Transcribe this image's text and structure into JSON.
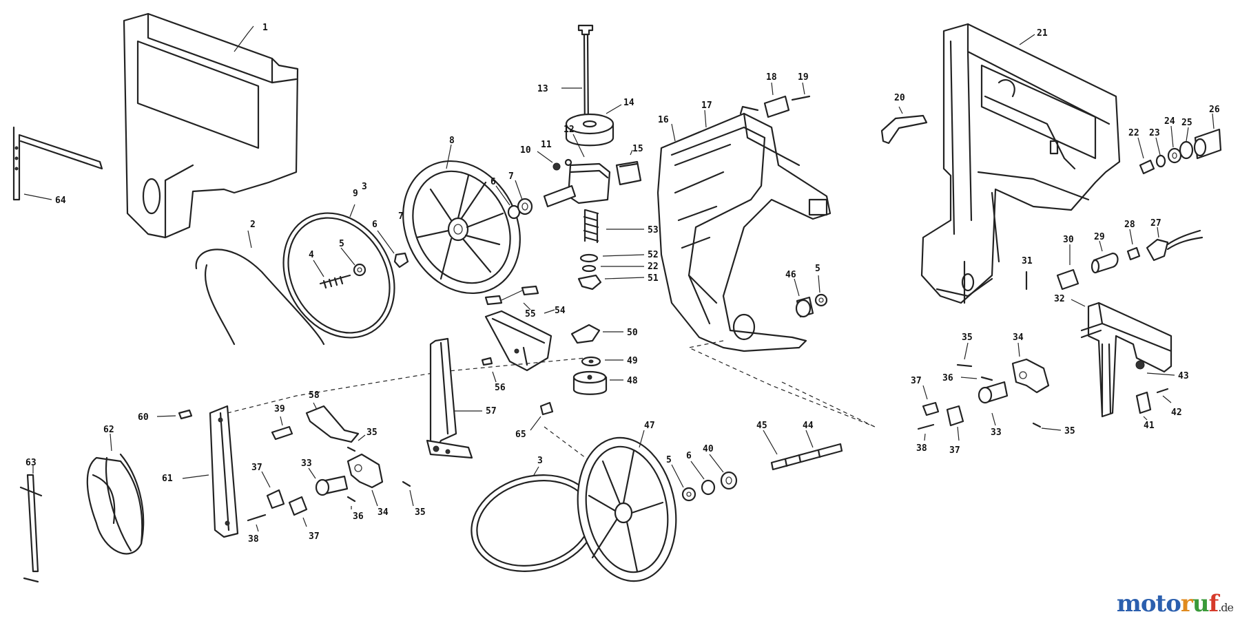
{
  "watermark": {
    "letters": [
      {
        "ch": "m",
        "color": "#2b5fae"
      },
      {
        "ch": "o",
        "color": "#2b5fae"
      },
      {
        "ch": "t",
        "color": "#2b5fae"
      },
      {
        "ch": "o",
        "color": "#2b5fae"
      },
      {
        "ch": "r",
        "color": "#e08a1e"
      },
      {
        "ch": "u",
        "color": "#3a9a3a"
      },
      {
        "ch": "f",
        "color": "#d63a2a"
      }
    ],
    "suffix": ".de"
  },
  "part_numbers": {
    "p1": "1",
    "p2": "2",
    "p3a": "3",
    "p3b": "3",
    "p4": "4",
    "p5a": "5",
    "p5b": "5",
    "p5c": "5",
    "p6a": "6",
    "p6b": "6",
    "p7a": "7",
    "p7b": "7",
    "p8": "8",
    "p9": "9",
    "p10": "10",
    "p11": "11",
    "p12": "12",
    "p13": "13",
    "p14": "14",
    "p15": "15",
    "p16": "16",
    "p17": "17",
    "p18": "18",
    "p19": "19",
    "p20": "20",
    "p21": "21",
    "p22a": "22",
    "p22b": "22",
    "p23": "23",
    "p24": "24",
    "p25": "25",
    "p26": "26",
    "p27": "27",
    "p28": "28",
    "p29": "29",
    "p30": "30",
    "p31": "31",
    "p32": "32",
    "p33a": "33",
    "p33b": "33",
    "p34a": "34",
    "p34b": "34",
    "p35a": "35",
    "p35b": "35",
    "p35c": "35",
    "p35d": "35",
    "p36a": "36",
    "p36b": "36",
    "p37a": "37",
    "p37b": "37",
    "p37c": "37",
    "p37d": "37",
    "p38a": "38",
    "p38b": "38",
    "p39": "39",
    "p40": "40",
    "p41": "41",
    "p42": "42",
    "p43": "43",
    "p44": "44",
    "p45": "45",
    "p46": "46",
    "p47": "47",
    "p48": "48",
    "p49": "49",
    "p50": "50",
    "p51": "51",
    "p52": "52",
    "p53": "53",
    "p54": "54",
    "p55": "55",
    "p56": "56",
    "p57": "57",
    "p58": "58",
    "p60": "60",
    "p61": "61",
    "p62": "62",
    "p63": "63",
    "p64": "64",
    "p65": "65"
  }
}
